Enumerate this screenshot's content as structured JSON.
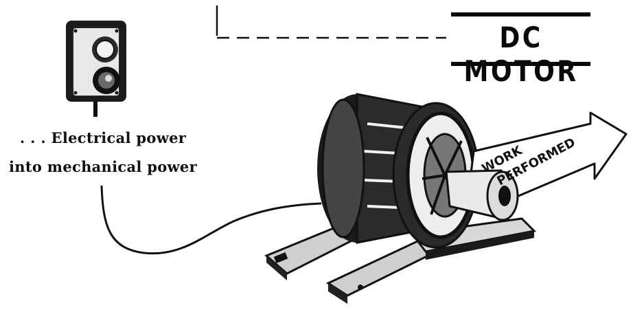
{
  "title": "DC MOTOR",
  "caption_line1": ". . . Electrical power",
  "caption_line2": "into mechanical power",
  "arrow_text_line1": "WORK",
  "arrow_text_line2": "PERFORMED",
  "colors": {
    "ink": "#0a0a0a",
    "background": "#ffffff",
    "metal_dark": "#1a1a1a",
    "metal_mid": "#555555"
  }
}
